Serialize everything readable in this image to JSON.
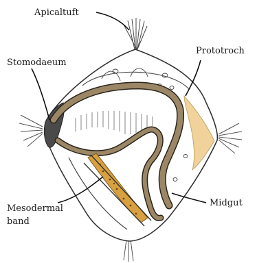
{
  "labels": {
    "apical_tuft": "Apicaltuft",
    "stomodaeum": "Stomodaeum",
    "prototroch": "Prototroch",
    "mesodermal_band_line1": "Mesodermal",
    "mesodermal_band_line2": "band",
    "midgut": "Midgut"
  },
  "colors": {
    "gut_fill": "#9b8766",
    "gut_outline": "#2b241a",
    "prototroch": "#f0d29a",
    "mesoderm": "#d9a03f",
    "stomodaeum_dark": "#4a4a4a",
    "outline": "#333333"
  }
}
